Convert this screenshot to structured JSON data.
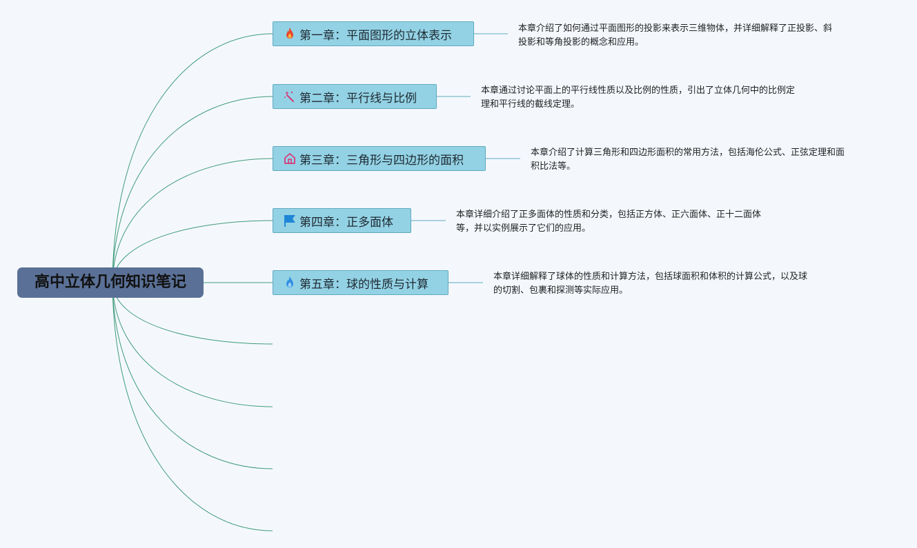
{
  "root": {
    "title": "高中立体几何知识笔记"
  },
  "chapters": [
    {
      "label": "第一章：平面图形的立体表示",
      "icon": "fire-icon",
      "icon_color": "#e8452c",
      "desc_lines": [
        "本章介绍了如何通过平面图形的投影来表示三维物体，并详细解释了正投影、斜",
        "投影和等角投影的概念和应用。"
      ]
    },
    {
      "label": "第二章：平行线与比例",
      "icon": "magic-wand-icon",
      "icon_color": "#d8387a",
      "desc_lines": [
        "本章通过讨论平面上的平行线性质以及比例的性质，引出了立体几何中的比例定",
        "理和平行线的截线定理。"
      ]
    },
    {
      "label": "第三章：三角形与四边形的面积",
      "icon": "home-icon",
      "icon_color": "#d8387a",
      "desc_lines": [
        "本章介绍了计算三角形和四边形面积的常用方法，包括海伦公式、正弦定理和面",
        "积比法等。"
      ]
    },
    {
      "label": "第四章：正多面体",
      "icon": "flag-icon",
      "icon_color": "#1f86d6",
      "desc_lines": [
        "本章详细介绍了正多面体的性质和分类，包括正方体、正六面体、正十二面体",
        "等，并以实例展示了它们的应用。"
      ]
    },
    {
      "label": "第五章：球的性质与计算",
      "icon": "flame-icon",
      "icon_color": "#2f8ee0",
      "desc_lines": [
        "本章详细解释了球体的性质和计算方法，包括球面积和体积的计算公式，以及球",
        "的切割、包裹和探测等实际应用。"
      ]
    }
  ],
  "colors": {
    "connector": "#3f9a78",
    "root_bg": "#5a7096",
    "chapter_bg": "#93d2e4"
  }
}
